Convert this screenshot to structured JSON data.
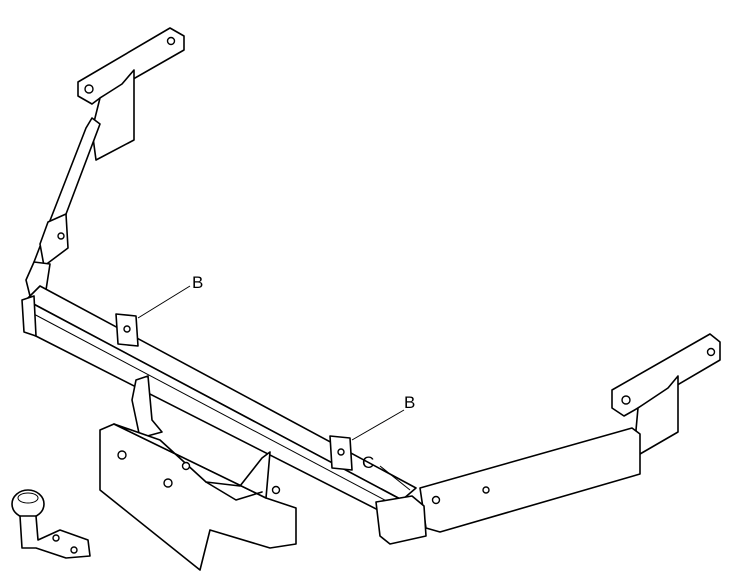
{
  "labels": {
    "b_upper": "B",
    "b_lower": "B",
    "c": "C"
  },
  "icons": {
    "tow_ball": "tow-ball-icon"
  }
}
